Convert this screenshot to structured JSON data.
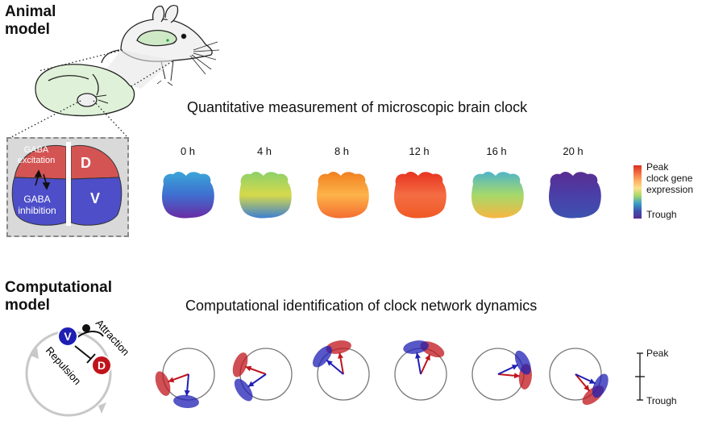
{
  "animal_heading": [
    "Animal",
    "model"
  ],
  "computational_heading": [
    "Computational",
    "model"
  ],
  "section_titles": {
    "measurement": "Quantitative measurement of microscopic brain clock",
    "network": "Computational identification of clock network dynamics"
  },
  "scn_inset": {
    "excitation_label": [
      "GABA",
      "excitation"
    ],
    "inhibition_label": [
      "GABA",
      "inhibition"
    ],
    "dorsal_label": "D",
    "ventral_label": "V"
  },
  "time_points": [
    "0 h",
    "4 h",
    "8 h",
    "12 h",
    "16 h",
    "20 h"
  ],
  "colorbar": {
    "peak_label": [
      "Peak",
      "clock gene",
      "expression"
    ],
    "trough_label": "Trough",
    "colors": [
      "#d7301f",
      "#f46d43",
      "#fdae61",
      "#fee08b",
      "#a6d96a",
      "#3ba0c8",
      "#3d52b0",
      "#5a2d91"
    ]
  },
  "model_diagram": {
    "attraction_label": "Attraction",
    "repulsion_label": "Repulsion",
    "v_label": "V",
    "d_label": "D",
    "v_color": "#1f1fb4",
    "d_color": "#c0141b"
  },
  "phase_scale": {
    "peak_label": "Peak",
    "trough_label": "Trough"
  },
  "heatmaps": [
    {
      "time": "0 h",
      "top_color": "#3aa6d8",
      "bottom_color": "#6a2ba5",
      "mid_color": "#3f6fd0"
    },
    {
      "time": "4 h",
      "top_color": "#8cd06a",
      "bottom_color": "#3d7fd0",
      "mid_color": "#d7d94a"
    },
    {
      "time": "8 h",
      "top_color": "#f0801f",
      "bottom_color": "#f46d30",
      "mid_color": "#fdb34a"
    },
    {
      "time": "12 h",
      "top_color": "#e8321f",
      "bottom_color": "#f05a25",
      "mid_color": "#f46d43"
    },
    {
      "time": "16 h",
      "top_color": "#4fb4c8",
      "bottom_color": "#f8b640",
      "mid_color": "#a6d96a"
    },
    {
      "time": "20 h",
      "top_color": "#5a2d91",
      "bottom_color": "#3d52b0",
      "mid_color": "#4a3fa8"
    }
  ],
  "phase_plots": [
    {
      "time": "0 h",
      "d_angle_deg": 200,
      "v_angle_deg": 265
    },
    {
      "time": "4 h",
      "d_angle_deg": 160,
      "v_angle_deg": 215
    },
    {
      "time": "8 h",
      "d_angle_deg": 100,
      "v_angle_deg": 140
    },
    {
      "time": "12 h",
      "d_angle_deg": 65,
      "v_angle_deg": 100
    },
    {
      "time": "16 h",
      "d_angle_deg": -5,
      "v_angle_deg": 25
    },
    {
      "time": "20 h",
      "d_angle_deg": -50,
      "v_angle_deg": -25
    }
  ]
}
